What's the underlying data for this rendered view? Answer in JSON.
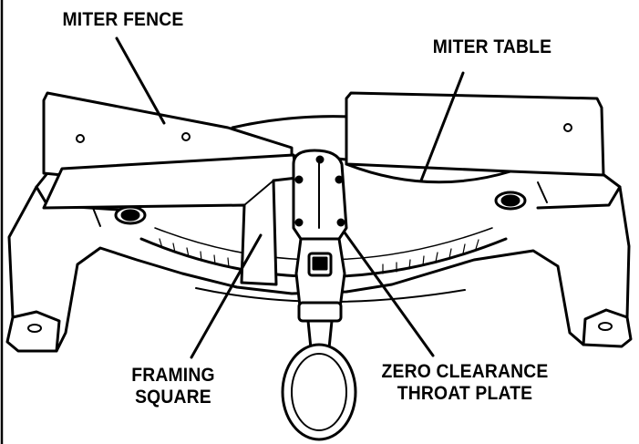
{
  "labels": {
    "miter_fence": "MITER FENCE",
    "miter_table": "MITER TABLE",
    "framing_square": [
      "FRAMING",
      "SQUARE"
    ],
    "zero_clearance": [
      "ZERO CLEARANCE",
      "THROAT PLATE"
    ]
  },
  "colors": {
    "line": "#000000",
    "fill": "#ffffff",
    "shade": "#d9d9d9"
  }
}
